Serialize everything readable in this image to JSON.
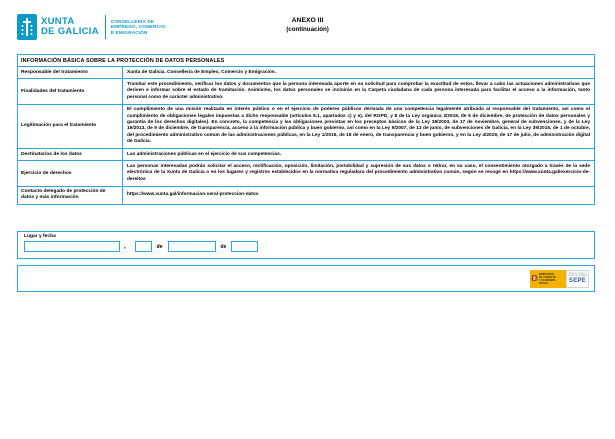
{
  "header": {
    "logo": {
      "brand": "XUNTA\nDE GALICIA",
      "department": "CONSELLERÍA DE\nEMPREGO, COMERCIO\nE EMIGRACIÓN"
    },
    "annex_title": "ANEXO III",
    "annex_subtitle": "(continuación)"
  },
  "protection_table": {
    "title": "INFORMACIÓN BÁSICA SOBRE LA PROTECCIÓN DE DATOS PERSONALES",
    "rows": [
      {
        "label": "Responsable del tratamiento",
        "value": "Xunta de Galicia. Consellería de Empleo, Comercio y Emigración."
      },
      {
        "label": "Finalidades del tratamiento",
        "value": "Tramitar este procedimiento, verificar los datos y documentos que la persona interesada aporte en su solicitud para comprobar la exactitud de estos, llevar a cabo las actuaciones administrativas que deriven e informar sobre el estado de tramitación. Asimismo, los datos personales se incluirán en la Carpeta ciudadana de cada persona interesada para facilitar el acceso a la información, tanto personal como de carácter administrativo."
      },
      {
        "label": "Legitimación para el tratamiento",
        "value": "El cumplimiento de una misión realizada en interés público o en el ejercicio de poderes públicos derivada de una competencia legalmente atribuida al responsable del tratamiento, así como el cumplimiento de obligaciones legales impuestas a dicho responsable (artículos 6.1, apartados c) y e), del RGPD, y 8 de la Ley orgánica 3/2018, de 5 de diciembre, de protección de datos personales y garantía de los derechos digitales). En concreto, la competencia y las obligaciones previstas en los preceptos básicos de la Ley 38/2003, de 17 de noviembre, general de subvenciones, y de la Ley 19/2013, de 9 de diciembre, de transparencia, acceso a la información pública y buen gobierno, así como en la Ley 9/2007, de 13 de junio, de subvenciones de Galicia, en la Ley 39/2015, de 1 de octubre, del procedimiento administrativo común de las administraciones públicas, en la Ley 1/2016, de 18 de enero, de transparencia y buen gobierno, y en la Ley 4/2019, de 17 de julio, de administración digital de Galicia."
      },
      {
        "label": "Destinatarios de los datos",
        "value": "Las administraciones públicas en el ejercicio de sus competencias."
      },
      {
        "label": "Ejercicio de derechos",
        "value": "Las personas interesadas podrán solicitar el acceso, rectificación, oposición, limitación, portabilidad y supresión de sus datos o retirar, en su caso, el consentimiento otorgado a través de la sede electrónica de la Xunta de Galicia o en los lugares y registros establecidos en la normativa reguladora del procedimiento administrativo común, según se recoge en https://www.xunta.gal/exercicio-de-dereitos"
      },
      {
        "label": "Contacto delegado de protección de datos y más información",
        "value": "https://www.xunta.gal/informacion-xeral-proteccion-datos"
      }
    ]
  },
  "date_section": {
    "label": "Lugar y fecha",
    "comma": ",",
    "de1": "de",
    "de2": "de"
  },
  "footer": {
    "ministry_text": "MINISTERIO\nDE TRABAJO\nY ECONOMÍA SOCIAL",
    "sepe_top_text": "SERVICIO PÚBLICO\nDE EMPLEO ESTATAL",
    "sepe_word": "SEPE"
  },
  "colors": {
    "border_blue": "#2ba6df",
    "brand_blue": "#0a9bc6",
    "ministry_yellow": "#f3b200",
    "sepe_blue": "#2458a5"
  }
}
